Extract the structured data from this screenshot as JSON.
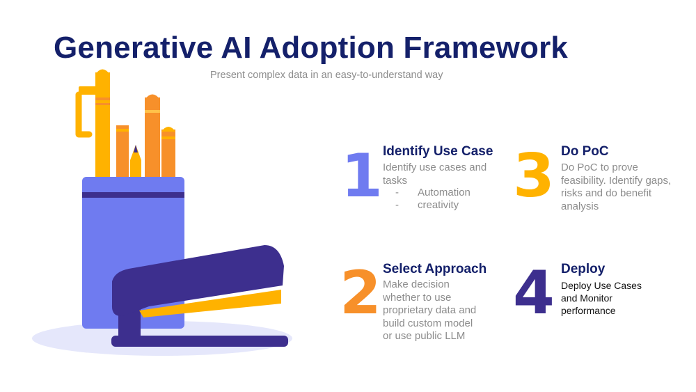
{
  "title": "Generative AI Adoption Framework",
  "subtitle": "Present complex data in an easy-to-understand way",
  "colors": {
    "navy": "#14206a",
    "purple": "#6f7bf0",
    "orange": "#f7902a",
    "yellow": "#ffb200",
    "dark_purple": "#3d2f8e",
    "gray_text": "#8c8c8c"
  },
  "steps": [
    {
      "number": "1",
      "title": "Identify Use Case",
      "description": "Identify use cases and tasks",
      "bullets": [
        "Automation",
        "creativity"
      ]
    },
    {
      "number": "2",
      "title": "Select Approach",
      "description": "Make decision whether to use proprietary data and build custom model or use public LLM"
    },
    {
      "number": "3",
      "title": "Do PoC",
      "description": "Do PoC to prove feasibility. Identify gaps, risks and do benefit analysis"
    },
    {
      "number": "4",
      "title": "Deploy",
      "description": "Deploy Use Cases and Monitor performance"
    }
  ],
  "illustration": "pencil-cup-and-stapler-illustration"
}
